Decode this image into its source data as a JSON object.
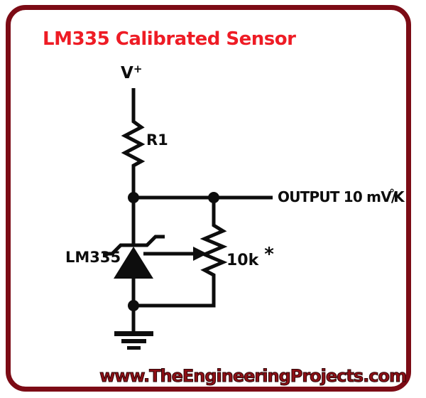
{
  "title": "LM335 Calibrated Sensor",
  "circuit": {
    "supply": {
      "base": "V",
      "sup": "+"
    },
    "resistor": {
      "label": "R1"
    },
    "sensor": {
      "label": "LM335"
    },
    "potentiometer": {
      "label": "10k",
      "note_mark": "*"
    },
    "output": {
      "prefix": "OUTPUT 10 mV/",
      "degree": "°",
      "suffix": "K"
    }
  },
  "footer": {
    "website": "www.TheEngineeringProjects.com"
  },
  "colors": {
    "background": "#ffffff",
    "border": "#7c0b15",
    "title": "#ee1c25",
    "circuit": "#0d0d0d",
    "footer_text": "#8e1016",
    "footer_outline": "#2c0406"
  }
}
